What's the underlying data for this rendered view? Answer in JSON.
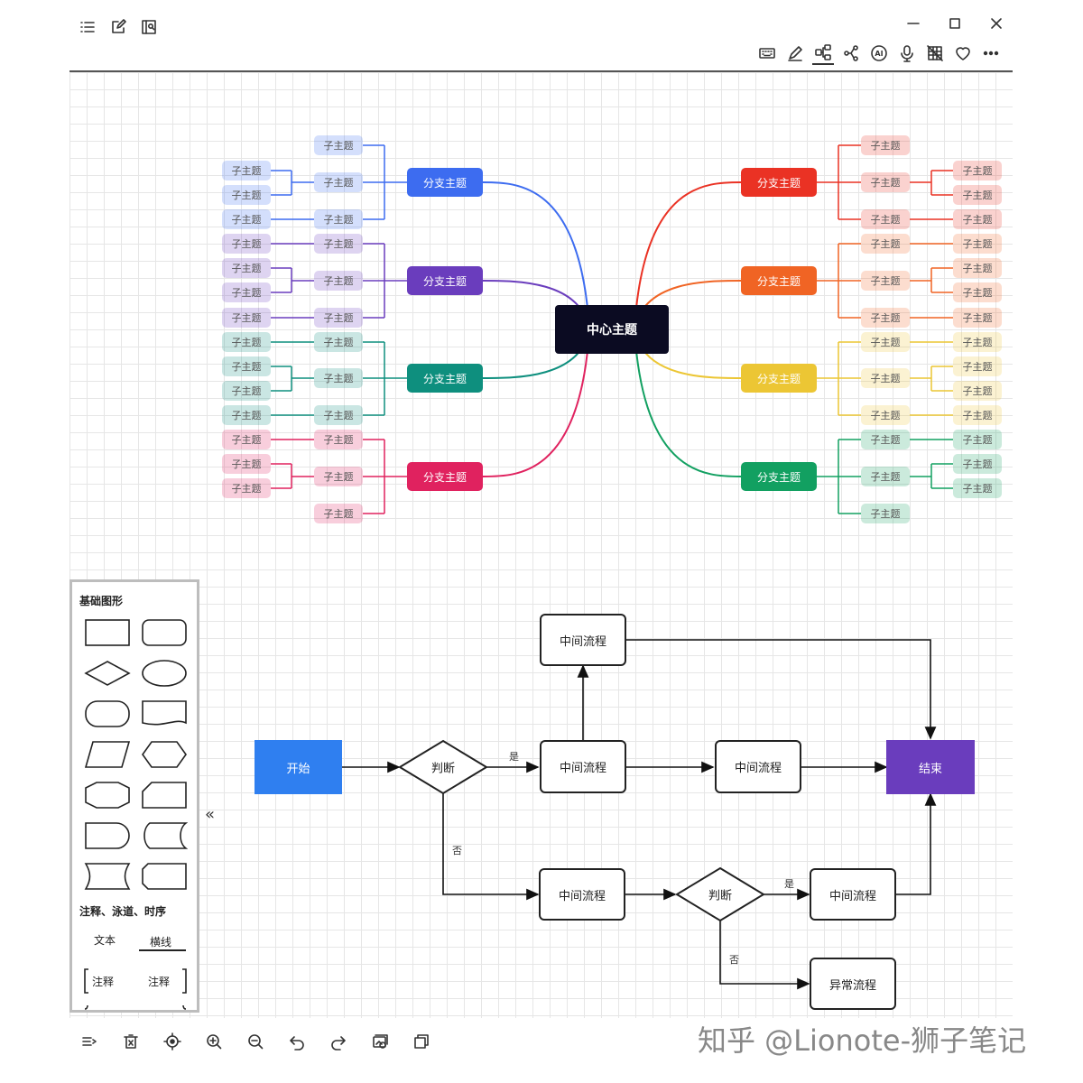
{
  "toolbar": {
    "left_icons": [
      "list-icon",
      "edit-icon",
      "preview-icon"
    ],
    "right_icons": [
      "keyboard-icon",
      "pen-icon",
      "mindmap-icon",
      "flow-icon",
      "ai-icon",
      "microphone-icon",
      "no-grid-icon",
      "heart-icon",
      "more-icon"
    ],
    "ai_text": "AI",
    "window_controls": [
      "minimize-icon",
      "maximize-icon",
      "close-icon"
    ]
  },
  "mindmap": {
    "center": "中心主题",
    "branch_label": "分支主题",
    "leaf_label": "子主题",
    "colors": {
      "center": "#0b0b22",
      "blue": "#3d6cf0",
      "purple": "#6a3dbd",
      "teal": "#0e8f7e",
      "pink": "#e0225f",
      "red": "#ea3224",
      "orange": "#f06424",
      "yellow": "#ecc634",
      "green": "#12a061"
    }
  },
  "flowchart": {
    "start": "开始",
    "end": "结束",
    "process": "中间流程",
    "decision": "判断",
    "exception": "异常流程",
    "yes": "是",
    "no": "否",
    "start_color": "#2f7ff0",
    "end_color": "#6a3dbd"
  },
  "panel": {
    "basic_title": "基础图形",
    "notes_title": "注释、泳道、时序",
    "text_label": "文本",
    "line_label": "横线",
    "note_label": "注释",
    "collapse_glyph": "«"
  },
  "bottom_toolbar": [
    "menu-icon",
    "delete-icon",
    "locate-icon",
    "zoom-in-icon",
    "zoom-out-icon",
    "undo-icon",
    "redo-icon",
    "image-export-icon",
    "copy-icon"
  ],
  "watermark": "知乎 @Lionote-狮子笔记"
}
